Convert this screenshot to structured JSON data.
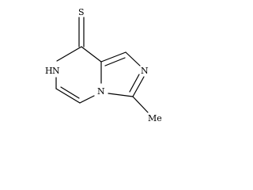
{
  "molecule": {
    "atoms": {
      "sulfur": "S",
      "nh": "N",
      "h": "H",
      "n_bridge": "N",
      "n_imidazole": "N",
      "methyl": "Me"
    }
  }
}
